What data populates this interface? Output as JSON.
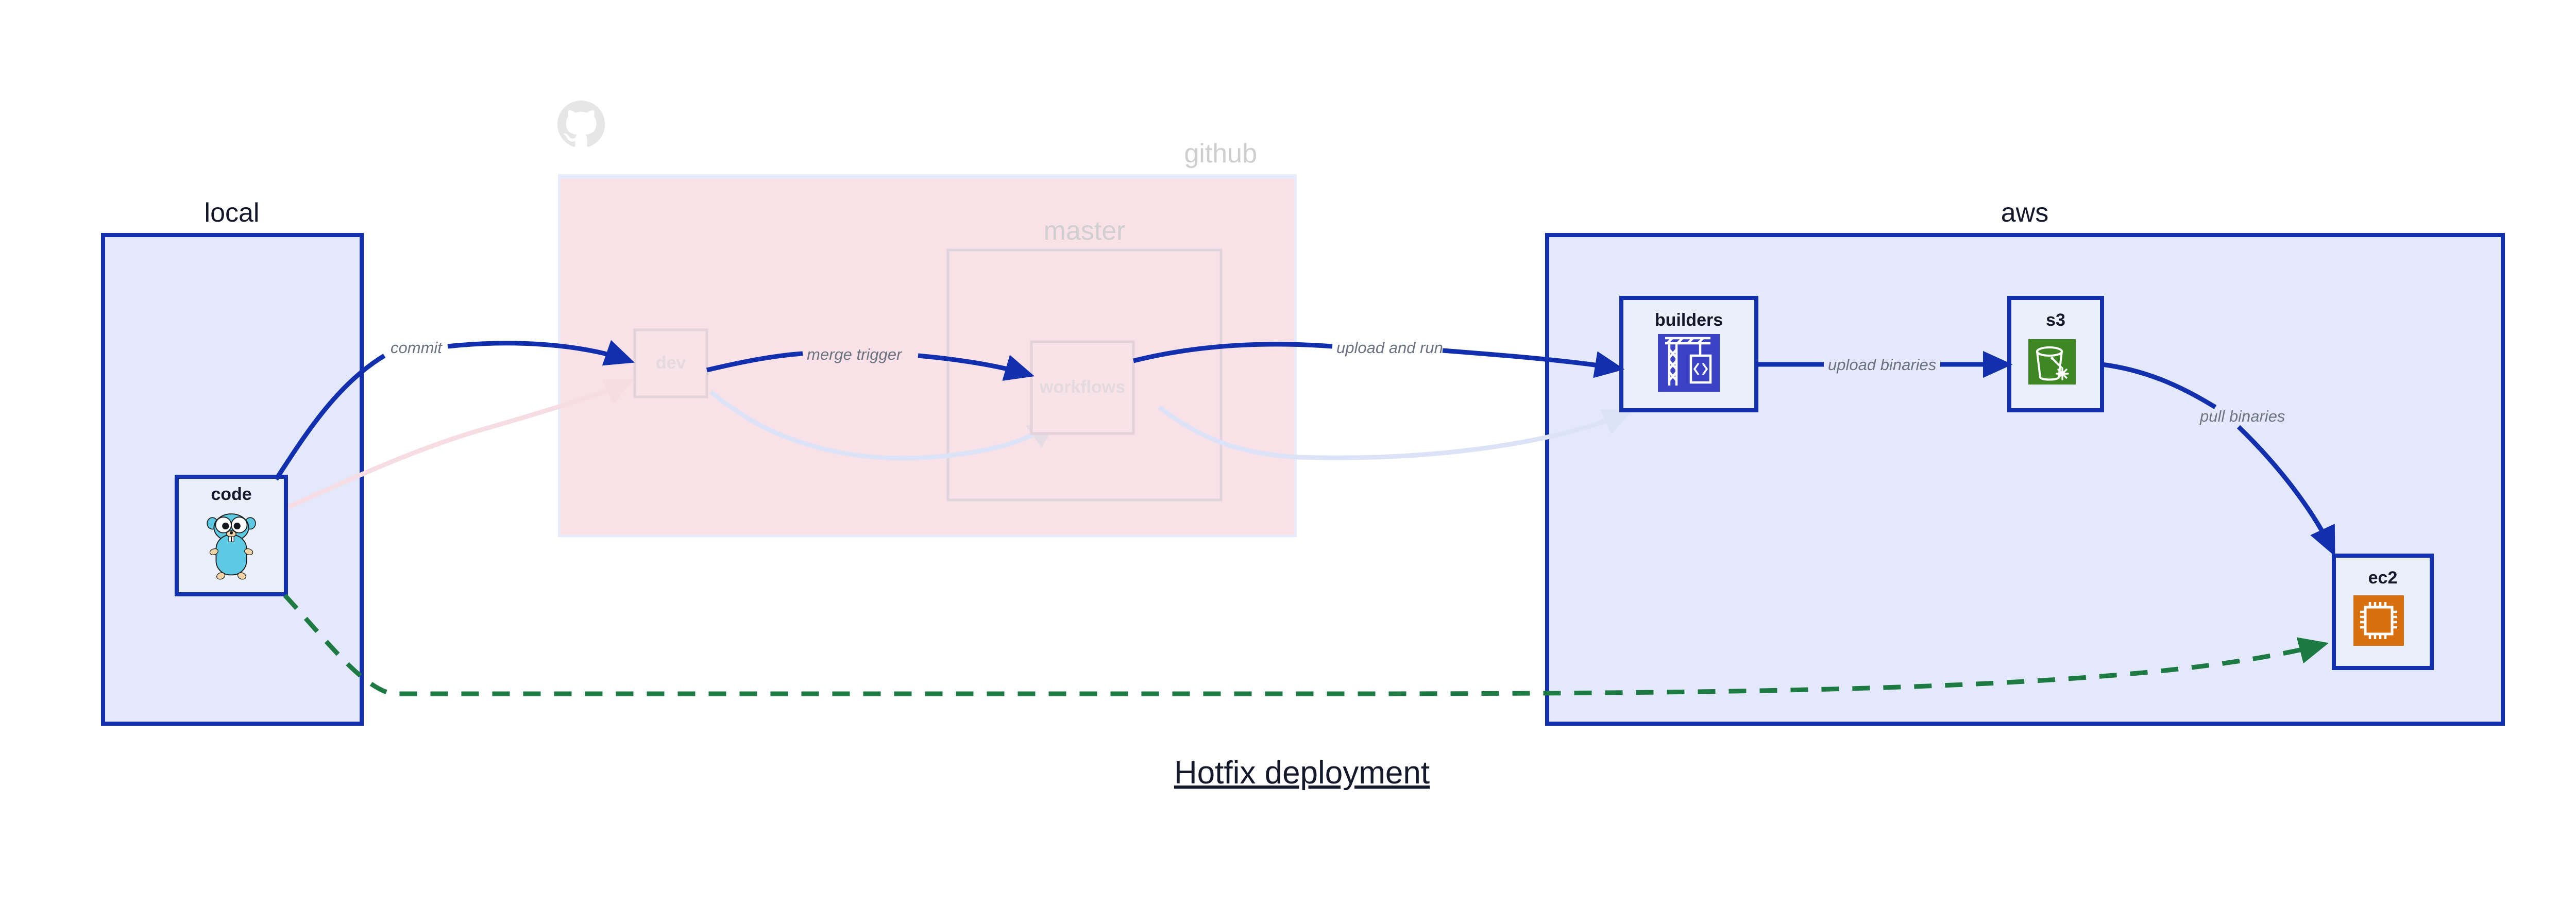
{
  "diagram": {
    "title": "Hotfix deployment",
    "background_color": "#ffffff",
    "accent_blue": "#1230ad",
    "accent_green": "#1d7a43",
    "clusters": [
      {
        "id": "local",
        "label": "local",
        "fill": "#e3e8fb",
        "stroke": "#1230ad",
        "faded": false
      },
      {
        "id": "github",
        "label": "github",
        "fill": "#f8e2e7",
        "stroke": "#e6ecfb",
        "faded": true,
        "logo_icon": "github-octocat-icon",
        "sub_clusters": [
          {
            "id": "master",
            "label": "master",
            "faded": true
          }
        ]
      },
      {
        "id": "aws",
        "label": "aws",
        "fill": "#e3e8fb",
        "stroke": "#1230ad",
        "faded": false
      }
    ],
    "nodes": [
      {
        "id": "code",
        "label": "code",
        "cluster": "local",
        "icon": "go-gopher-icon",
        "icon_color": "#5dc9e2",
        "faded": false
      },
      {
        "id": "dev",
        "label": "dev",
        "cluster": "github",
        "icon": null,
        "faded": true
      },
      {
        "id": "workflows",
        "label": "workflows",
        "cluster": "github.master",
        "icon": null,
        "faded": true
      },
      {
        "id": "builders",
        "label": "builders",
        "cluster": "aws",
        "icon": "aws-codebuild-crane-icon",
        "icon_color": "#3b42c4",
        "faded": false
      },
      {
        "id": "s3",
        "label": "s3",
        "cluster": "aws",
        "icon": "aws-s3-bucket-icon",
        "icon_color": "#3f8624",
        "faded": false
      },
      {
        "id": "ec2",
        "label": "ec2",
        "cluster": "aws",
        "icon": "aws-ec2-chip-icon",
        "icon_color": "#d9700f",
        "faded": false
      }
    ],
    "edges": [
      {
        "id": "commit",
        "label": "commit",
        "from": "code",
        "to": "dev",
        "style": "solid",
        "color": "#1230ad"
      },
      {
        "id": "merge-trigger",
        "label": "merge trigger",
        "from": "dev",
        "to": "workflows",
        "style": "solid",
        "color": "#1230ad"
      },
      {
        "id": "upload-and-run",
        "label": "upload and run",
        "from": "workflows",
        "to": "builders",
        "style": "solid",
        "color": "#1230ad"
      },
      {
        "id": "upload-binaries",
        "label": "upload binaries",
        "from": "builders",
        "to": "s3",
        "style": "solid",
        "color": "#1230ad"
      },
      {
        "id": "pull-binaries",
        "label": "pull binaries",
        "from": "s3",
        "to": "ec2",
        "style": "solid",
        "color": "#1230ad"
      },
      {
        "id": "hotfix-direct",
        "label": "",
        "from": "code",
        "to": "ec2",
        "style": "dashed",
        "color": "#1d7a43"
      },
      {
        "id": "ghost-code-dev",
        "label": "",
        "from": "code",
        "to": "dev",
        "style": "faded",
        "color": "#f6dde3"
      },
      {
        "id": "ghost-dev-workflows",
        "label": "",
        "from": "dev",
        "to": "workflows",
        "style": "faded",
        "color": "#e6dce4"
      },
      {
        "id": "ghost-workflows-builders",
        "label": "",
        "from": "workflows",
        "to": "builders",
        "style": "faded",
        "color": "#dde3f7"
      }
    ]
  }
}
